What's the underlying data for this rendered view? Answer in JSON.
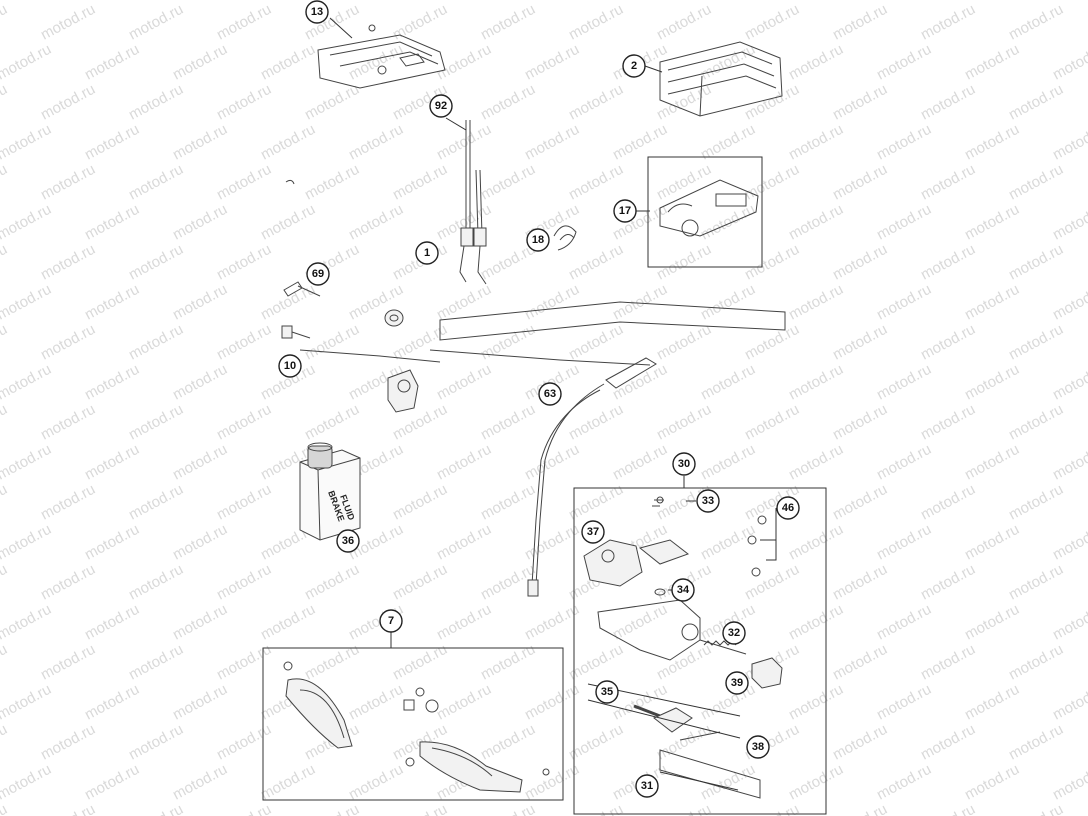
{
  "watermark": "motod.ru",
  "bottle_label": [
    "BRAKE",
    "FLUID"
  ],
  "callouts": [
    {
      "id": "c13",
      "label": "13"
    },
    {
      "id": "c2",
      "label": "2"
    },
    {
      "id": "c92",
      "label": "92"
    },
    {
      "id": "c17",
      "label": "17"
    },
    {
      "id": "c1",
      "label": "1"
    },
    {
      "id": "c18",
      "label": "18"
    },
    {
      "id": "c69",
      "label": "69"
    },
    {
      "id": "c10",
      "label": "10"
    },
    {
      "id": "c63",
      "label": "63"
    },
    {
      "id": "c36",
      "label": "36"
    },
    {
      "id": "c30",
      "label": "30"
    },
    {
      "id": "c33",
      "label": "33"
    },
    {
      "id": "c46",
      "label": "46"
    },
    {
      "id": "c37",
      "label": "37"
    },
    {
      "id": "c34",
      "label": "34"
    },
    {
      "id": "c7",
      "label": "7"
    },
    {
      "id": "c32",
      "label": "32"
    },
    {
      "id": "c39",
      "label": "39"
    },
    {
      "id": "c35",
      "label": "35"
    },
    {
      "id": "c38",
      "label": "38"
    },
    {
      "id": "c31",
      "label": "31"
    }
  ]
}
